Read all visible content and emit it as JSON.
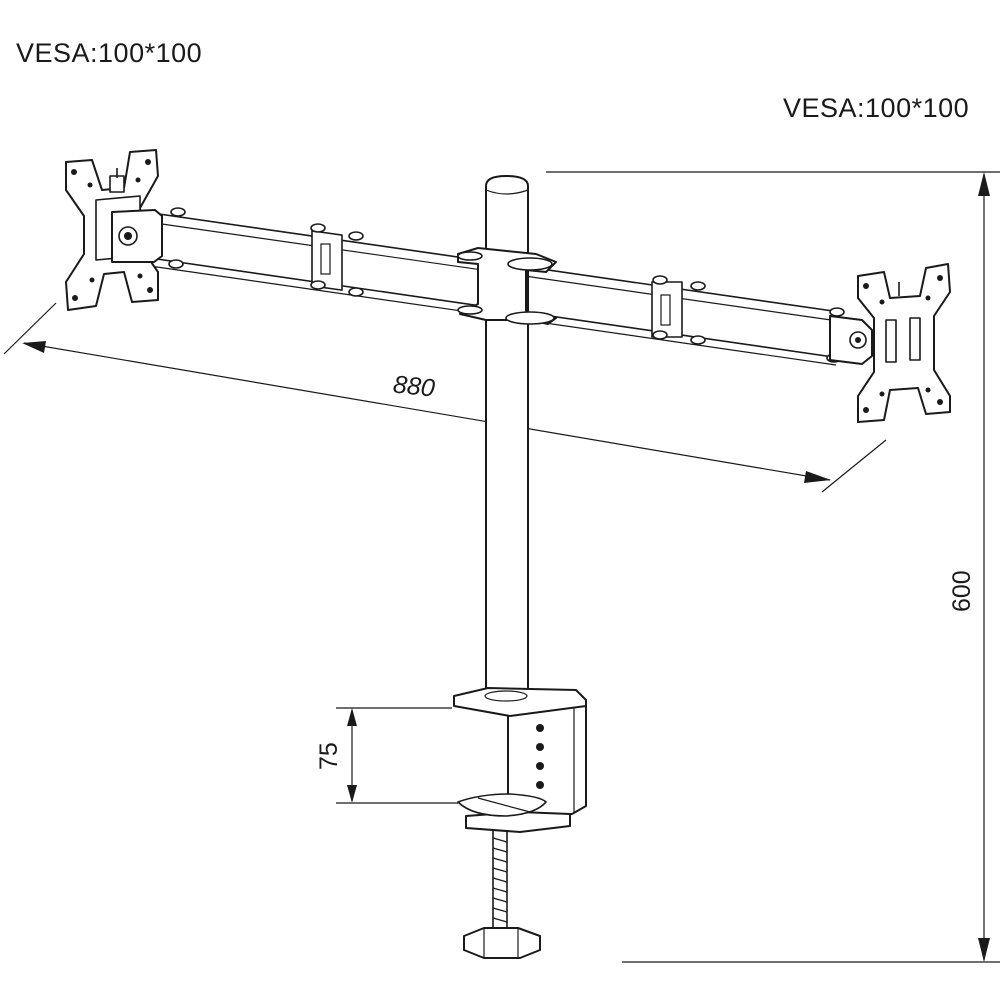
{
  "labels": {
    "vesa_left": "VESA:100*100",
    "vesa_right": "VESA:100*100"
  },
  "dimensions": {
    "width": "880",
    "height": "600",
    "clamp": "75"
  },
  "colors": {
    "stroke": "#1a1a1a",
    "background": "#ffffff"
  }
}
